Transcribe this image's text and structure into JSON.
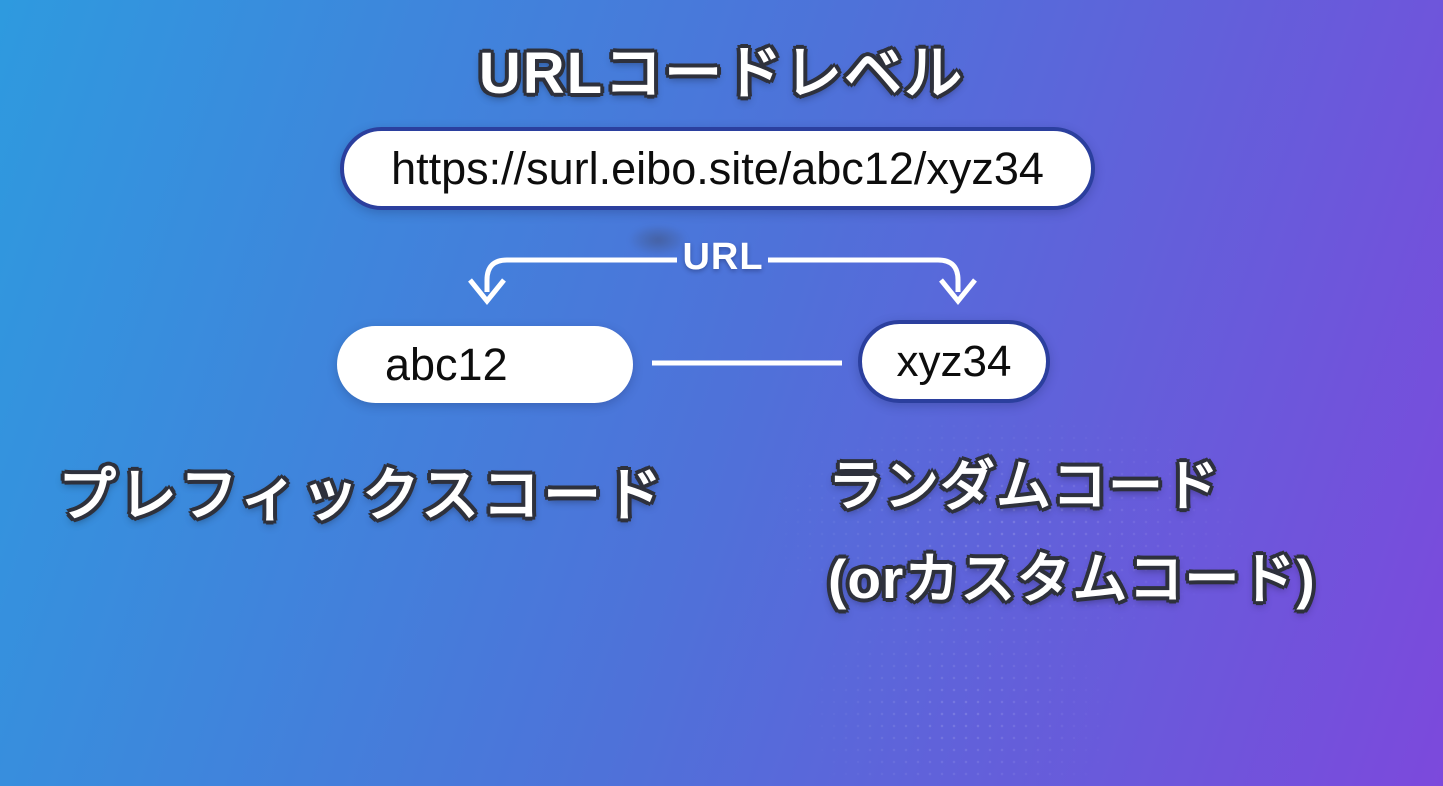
{
  "diagram": {
    "title": "URLコードレベル",
    "url_pill": {
      "text": "https://surl.eibo.site/abc12/xyz34"
    },
    "split_label": "URL",
    "prefix_pill": {
      "text": "abc12"
    },
    "random_pill": {
      "text": "xyz34"
    },
    "prefix_caption": "プレフィックスコード",
    "random_caption": {
      "line1": "ランダムコード",
      "line2": "(orカスタムコード)"
    },
    "icons": {
      "split_arrows": "down-arrows-bracket",
      "connector": "horizontal-line"
    },
    "colors": {
      "background_top_left": "#2E9ADF",
      "background_middle": "#4E72D9",
      "background_bottom_right": "#7C49DC",
      "pill_border": "#2B3F9E",
      "pill_background": "#FFFFFF",
      "pill_text": "#0D0D0D",
      "display_text": "#FFFFFF",
      "display_text_outline": "#2E313C"
    }
  }
}
